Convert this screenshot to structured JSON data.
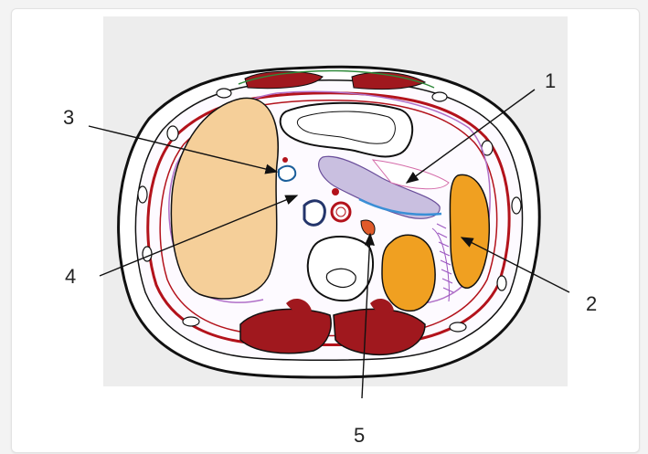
{
  "labels": {
    "l1": "1",
    "l2": "2",
    "l3": "3",
    "l4": "4",
    "l5": "5"
  },
  "colors": {
    "liver": "#f5cf99",
    "spleen": "#f0a021",
    "kidney": "#f0a021",
    "muscle": "#a0181e",
    "vessel_red": "#b3121b",
    "peritoneum": "#b070c8",
    "pancreas": "#c9bfe0",
    "green": "#2f8a3a",
    "outline": "#111111"
  }
}
